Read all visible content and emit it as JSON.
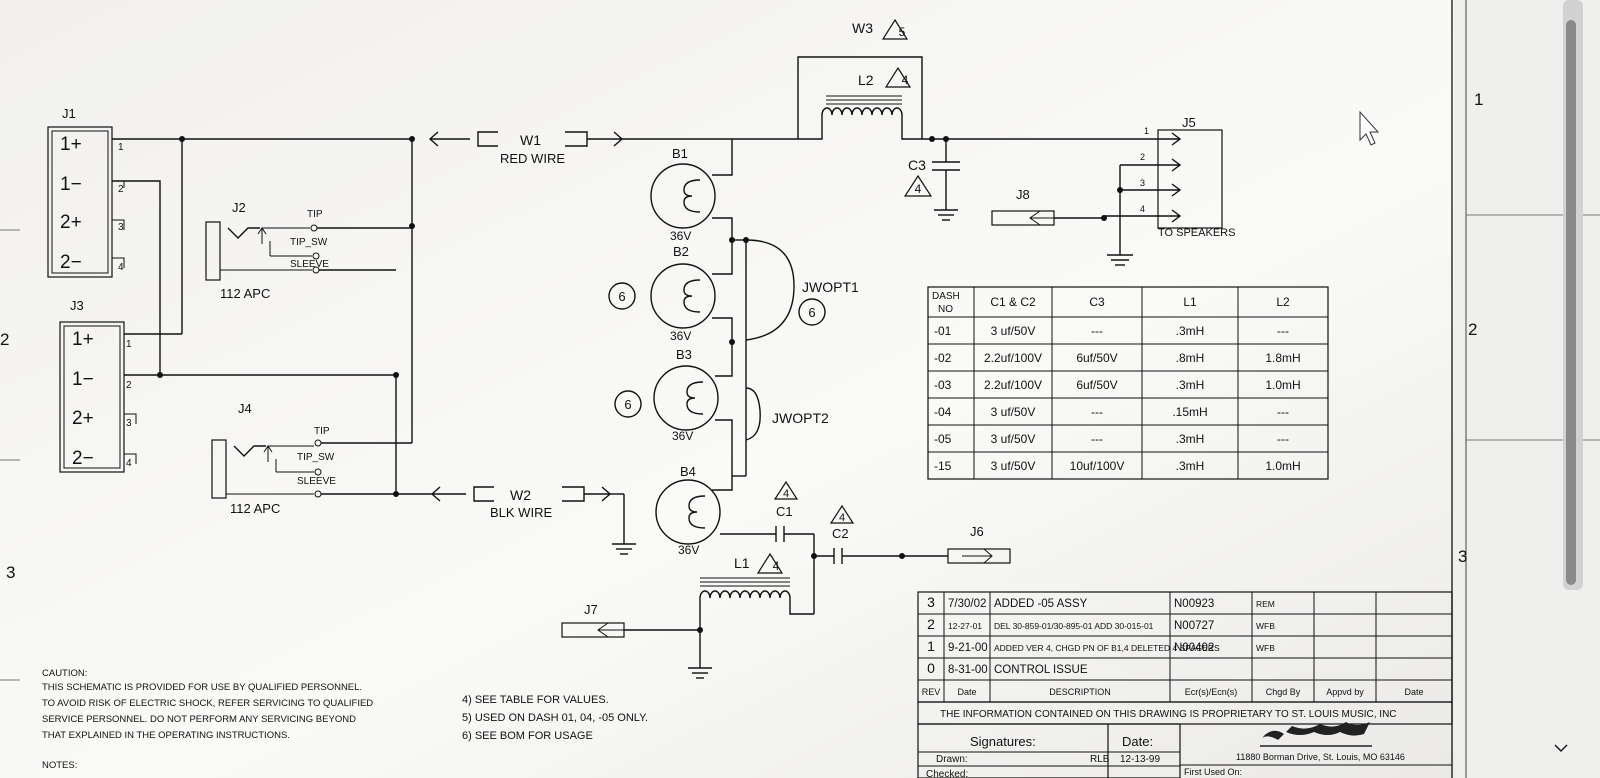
{
  "labels": {
    "J1": "J1",
    "J2": "J2",
    "J3": "J3",
    "J4": "J4",
    "J5": "J5",
    "J6": "J6",
    "J7": "J7",
    "J8": "J8",
    "B1": "B1",
    "B2": "B2",
    "B3": "B3",
    "B4": "B4",
    "W1": "W1",
    "W2": "W2",
    "W3": "W3",
    "L1": "L1",
    "L2": "L2",
    "C1": "C1",
    "C2": "C2",
    "C3": "C3",
    "red_wire": "RED WIRE",
    "blk_wire": "BLK WIRE",
    "jwopt1": "JWOPT1",
    "jwopt2": "JWOPT2",
    "to_speakers": "TO SPEAKERS",
    "apc": "112 APC",
    "tip": "TIP",
    "tip_sw": "TIP_SW",
    "sleeve": "SLEEVE",
    "v36": "36V",
    "pin_1p": "1+",
    "pin_1m": "1−",
    "pin_2p": "2+",
    "pin_2m": "2−",
    "n1": "1",
    "n2": "2",
    "n3": "3",
    "n4": "4",
    "n5": "5",
    "n6": "6"
  },
  "zones": [
    "1",
    "2",
    "3"
  ],
  "values_table": {
    "headers": [
      "DASH NO",
      "C1 & C2",
      "C3",
      "L1",
      "L2"
    ],
    "rows": [
      [
        "-01",
        "3 uf/50V",
        "---",
        ".3mH",
        "---"
      ],
      [
        "-02",
        "2.2uf/100V",
        "6uf/50V",
        ".8mH",
        "1.8mH"
      ],
      [
        "-03",
        "2.2uf/100V",
        "6uf/50V",
        ".3mH",
        "1.0mH"
      ],
      [
        "-04",
        "3 uf/50V",
        "---",
        ".15mH",
        "---"
      ],
      [
        "-05",
        "3 uf/50V",
        "---",
        ".3mH",
        "---"
      ],
      [
        "-15",
        "3 uf/50V",
        "10uf/100V",
        ".3mH",
        "1.0mH"
      ]
    ]
  },
  "revisions": [
    {
      "rev": "3",
      "date": "7/30/02",
      "desc": "ADDED -05 ASSY",
      "ecn": "N00923",
      "by": "REM"
    },
    {
      "rev": "2",
      "date": "12-27-01",
      "desc": "DEL 30-859-01/30-895-01 ADD 30-015-01",
      "ecn": "N00727",
      "by": "WFB"
    },
    {
      "rev": "1",
      "date": "9-21-00",
      "desc": "ADDED VER 4, CHGD PN OF B1,4 DELETED 4 SPACERS",
      "ecn": "N00402",
      "by": "WFB"
    },
    {
      "rev": "0",
      "date": "8-31-00",
      "desc": "CONTROL ISSUE",
      "ecn": "",
      "by": ""
    }
  ],
  "rev_header": [
    "REV",
    "Date",
    "DESCRIPTION",
    "Ecr(s)/Ecn(s)",
    "Chgd By",
    "Appvd by",
    "Date"
  ],
  "title_block": {
    "proprietary": "THE INFORMATION CONTAINED ON THIS DRAWING IS PROPRIETARY TO ST. LOUIS MUSIC, INC",
    "signatures": "Signatures:",
    "date_label": "Date:",
    "drawn": "Drawn:",
    "drawn_by": "RLB",
    "drawn_date": "12-13-99",
    "checked": "Checked:",
    "address": "11880 Borman Drive, St. Louis, MO 63146",
    "first_used": "First Used On:"
  },
  "caution": [
    "CAUTION:",
    "THIS SCHEMATIC IS PROVIDED FOR USE BY QUALIFIED PERSONNEL.",
    "TO AVOID RISK OF ELECTRIC SHOCK, REFER SERVICING TO QUALIFIED",
    "SERVICE PERSONNEL.  DO NOT PERFORM ANY SERVICING BEYOND",
    "THAT EXPLAINED IN THE OPERATING INSTRUCTIONS."
  ],
  "notes_label": "NOTES:",
  "notes": [
    "4) SEE TABLE FOR VALUES.",
    "5) USED ON DASH 01, 04, -05  ONLY.",
    "6) SEE BOM FOR USAGE"
  ]
}
